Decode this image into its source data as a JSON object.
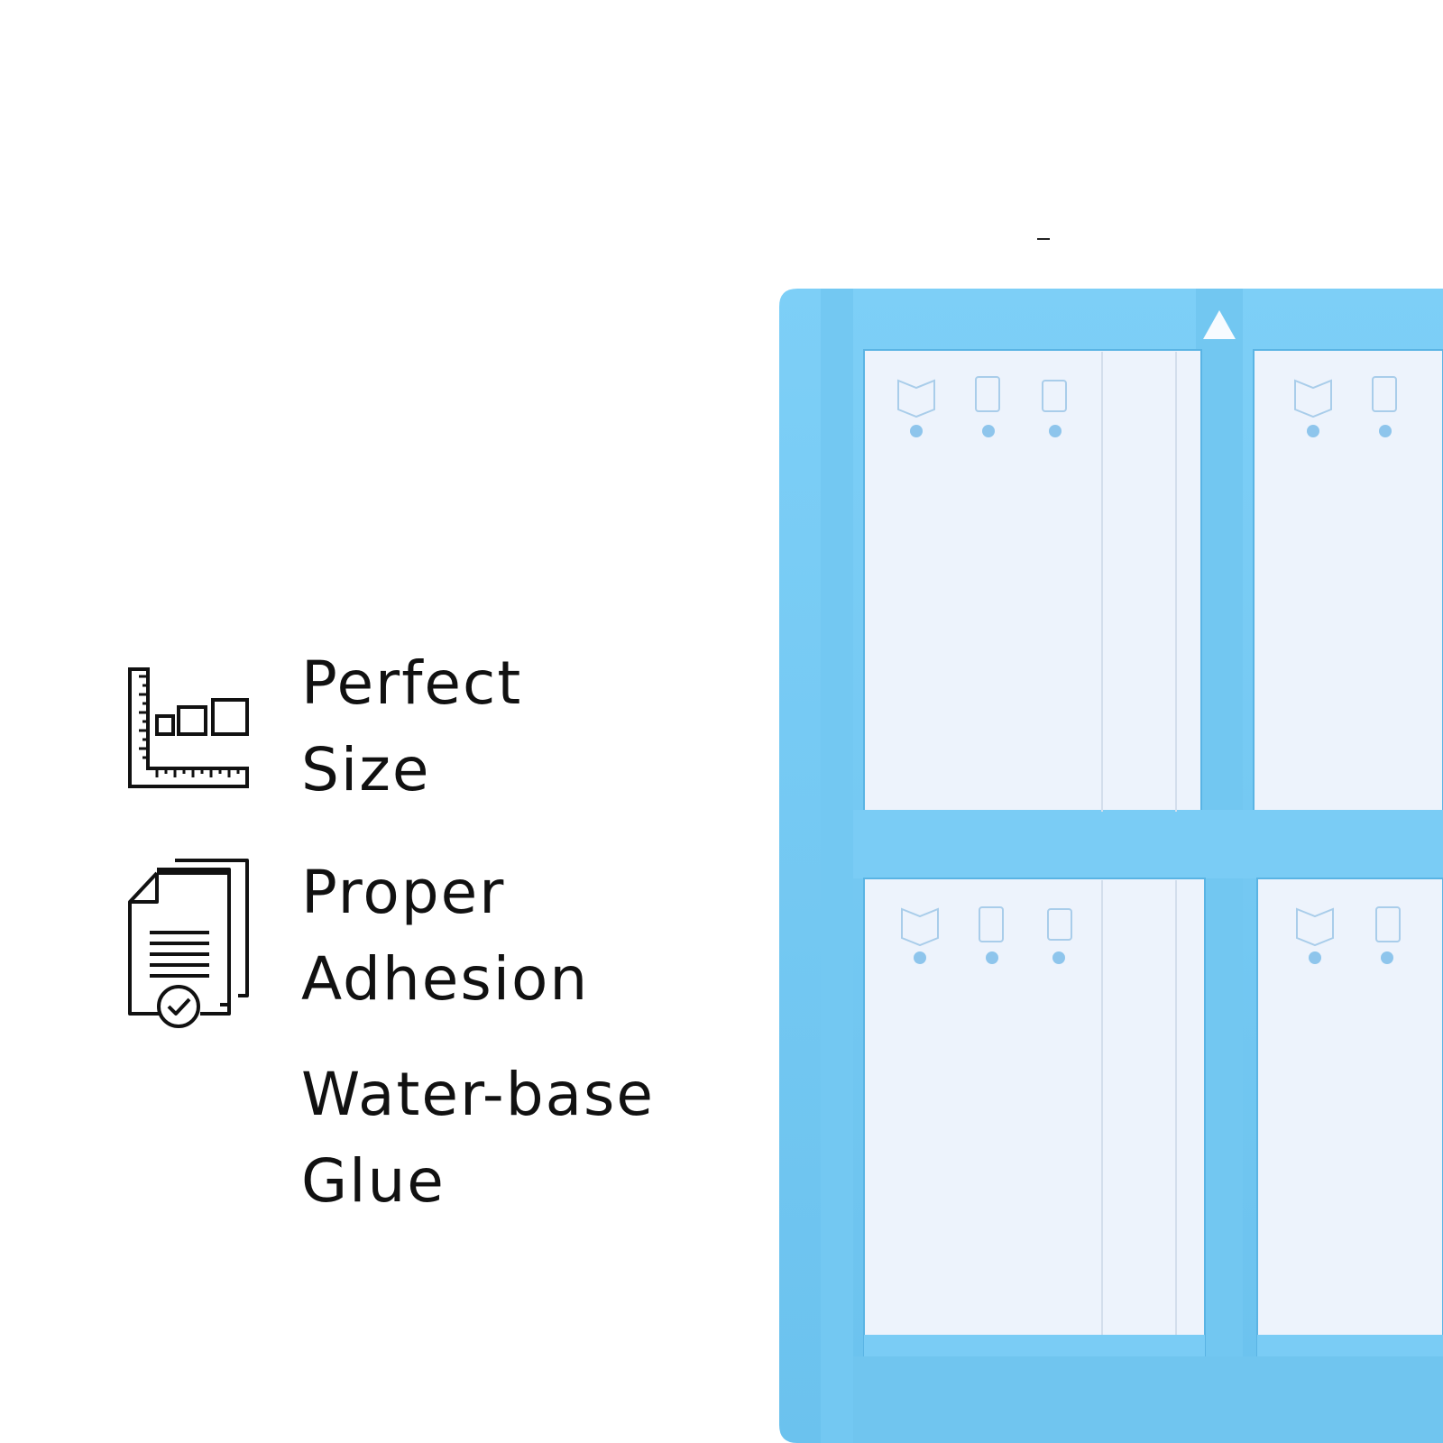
{
  "features": [
    {
      "icon": "ruler-squares-icon",
      "line1": "Perfect",
      "line2": "Size"
    },
    {
      "icon": "documents-check-icon",
      "line1": "Proper",
      "line2": "Adhesion"
    },
    {
      "icon": "",
      "line1": "Water-base",
      "line2": "Glue"
    }
  ],
  "colors": {
    "mat_blue": "#6EC6F0",
    "mat_blue_light": "#8ED7F8",
    "sheet": "#EAF2FC",
    "text": "#111111"
  }
}
